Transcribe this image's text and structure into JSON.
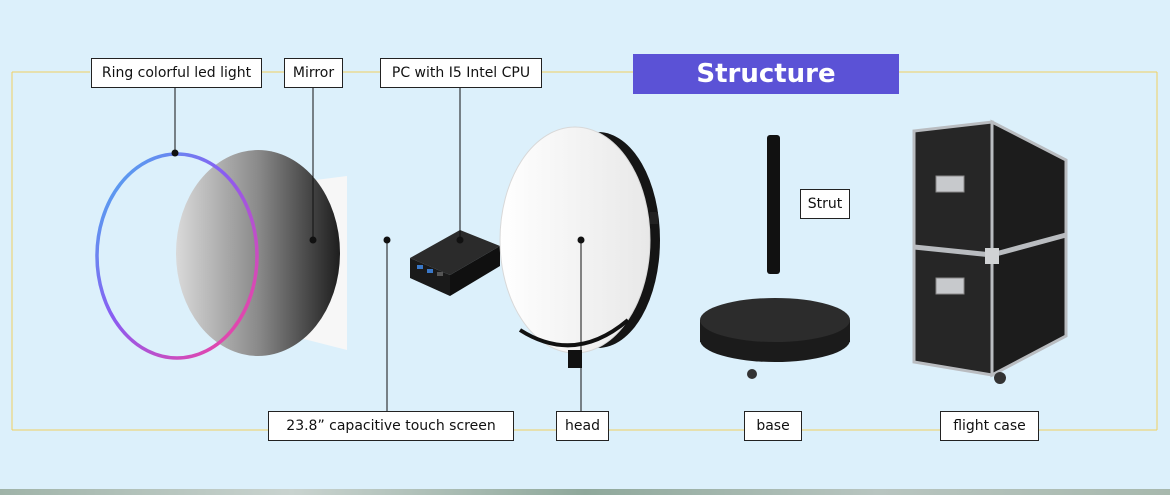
{
  "title": "Structure",
  "labels": {
    "ring_light": "Ring colorful led light",
    "mirror": "Mirror",
    "pc": "PC with I5 Intel CPU",
    "strut": "Strut",
    "touch_screen": "23.8” capacitive touch screen",
    "head": "head",
    "base": "base",
    "flight_case": "flight case"
  },
  "colors": {
    "background": "#dcf0fb",
    "frame_line": "#f0d060",
    "title_bg": "#5b52d6",
    "ring_gradient_start": "#4aa8f0",
    "ring_gradient_end": "#ff3d9a"
  }
}
